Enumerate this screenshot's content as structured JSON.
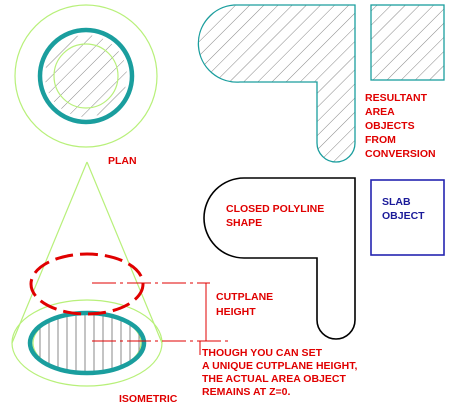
{
  "labels": {
    "plan": "PLAN",
    "isometric": "ISOMETRIC",
    "resultant": [
      "RESULTANT",
      "AREA",
      "OBJECTS",
      "FROM",
      "CONVERSION"
    ],
    "closed_polyline": [
      "CLOSED POLYLINE",
      "SHAPE"
    ],
    "slab_object": [
      "SLAB",
      "OBJECT"
    ],
    "cutplane_height": [
      "CUTPLANE",
      "HEIGHT"
    ],
    "note": [
      "THOUGH YOU CAN SET",
      "A UNIQUE CUTPLANE HEIGHT,",
      "THE ACTUAL AREA OBJECT",
      "REMAINS AT Z=0."
    ]
  },
  "colors": {
    "label_red": "#e00000",
    "label_navy": "#1a1a99",
    "teal": "#1a9e9e",
    "light_green": "#b8f07a",
    "slab_blue": "#2424b0",
    "hatch_gray": "#888888",
    "dash_red": "#e00000"
  }
}
